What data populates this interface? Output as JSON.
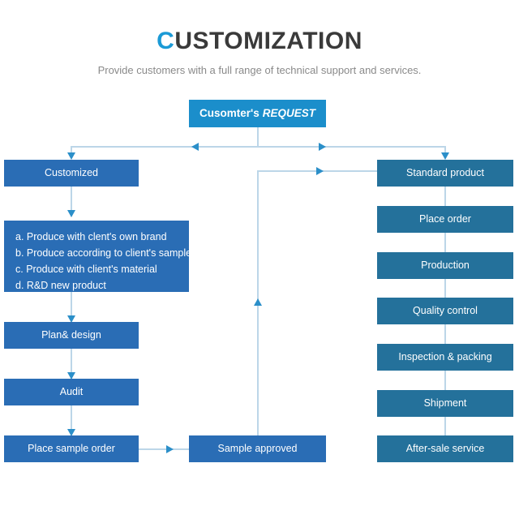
{
  "header": {
    "title_accent": "C",
    "title_rest": "USTOMIZATION",
    "subtitle": "Provide customers with a full range of technical support and services."
  },
  "colors": {
    "title_accent": "#1b9ad6",
    "title_text": "#3a3a3a",
    "subtitle_text": "#8a8a8a",
    "head_box": "#1b8ecb",
    "left_box": "#2a6db5",
    "right_box": "#24719b",
    "connector_line": "#bcd6e8",
    "arrow_head": "#2b8fc9",
    "background": "#ffffff"
  },
  "flow": {
    "start": {
      "label_bold": "Cusomter's",
      "label_italic": "REQUEST"
    },
    "left_branch": {
      "entry_label": "Customized",
      "options": [
        "a. Produce with clent's own brand",
        "b. Produce according to client's sample",
        "c. Produce with client's material",
        "d. R&D new product"
      ],
      "steps": [
        "Plan& design",
        "Audit",
        "Place sample order"
      ]
    },
    "middle": {
      "label": "Sample approved"
    },
    "right_branch": {
      "steps": [
        "Standard product",
        "Place order",
        "Production",
        "Quality control",
        "Inspection & packing",
        "Shipment",
        "After-sale service"
      ]
    }
  }
}
